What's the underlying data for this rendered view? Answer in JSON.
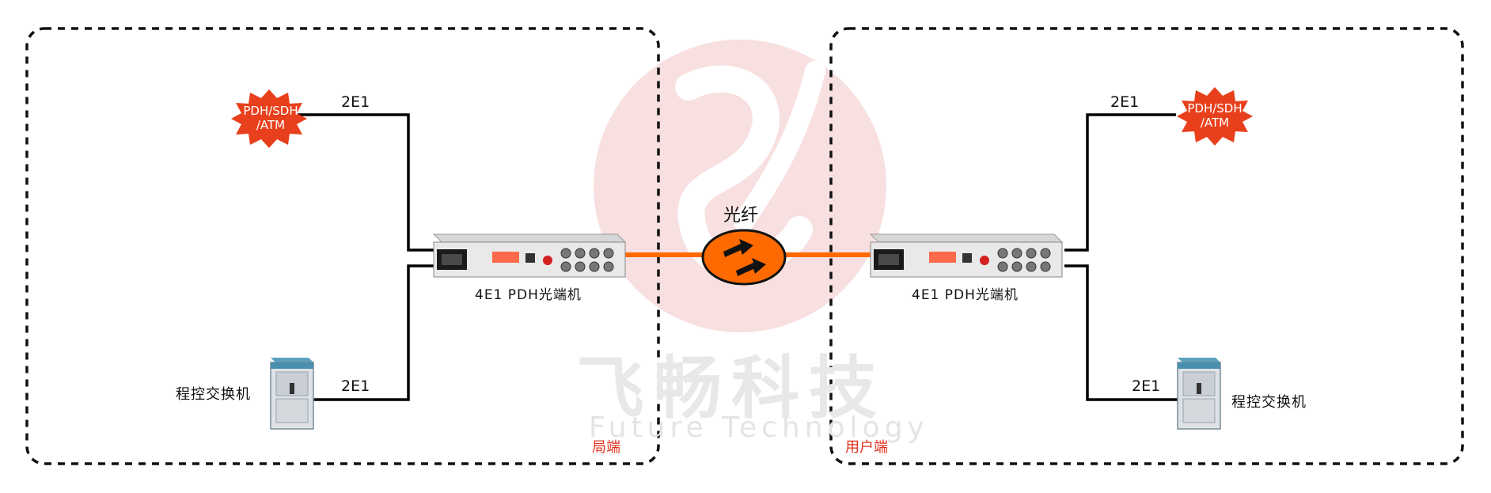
{
  "watermark": {
    "chinese": "飞畅科技",
    "english": "Future Technology"
  },
  "left_site": {
    "side_label": "局端",
    "network_label_line1": "PDH/SDH",
    "network_label_line2": "/ATM",
    "top_link_label": "2E1",
    "bottom_link_label": "2E1",
    "switch_label": "程控交换机",
    "device_label": "4E1 PDH光端机"
  },
  "right_site": {
    "side_label": "用户端",
    "network_label_line1": "PDH/SDH",
    "network_label_line2": "/ATM",
    "top_link_label": "2E1",
    "bottom_link_label": "2E1",
    "switch_label": "程控交换机",
    "device_label": "4E1 PDH光端机"
  },
  "fiber": {
    "label": "光纤"
  },
  "colors": {
    "fiber": "#ff6a00",
    "burst_fill": "#e8401c",
    "side_label": "#e0301e",
    "watermark_logo": "#f6dada",
    "cable": "#000000",
    "boundary": "#111111"
  },
  "icons": {
    "network": "burst-star-icon",
    "fiber_connector": "double-arrow-oval-icon",
    "switch": "cabinet-icon",
    "device": "rack-transceiver-icon"
  }
}
